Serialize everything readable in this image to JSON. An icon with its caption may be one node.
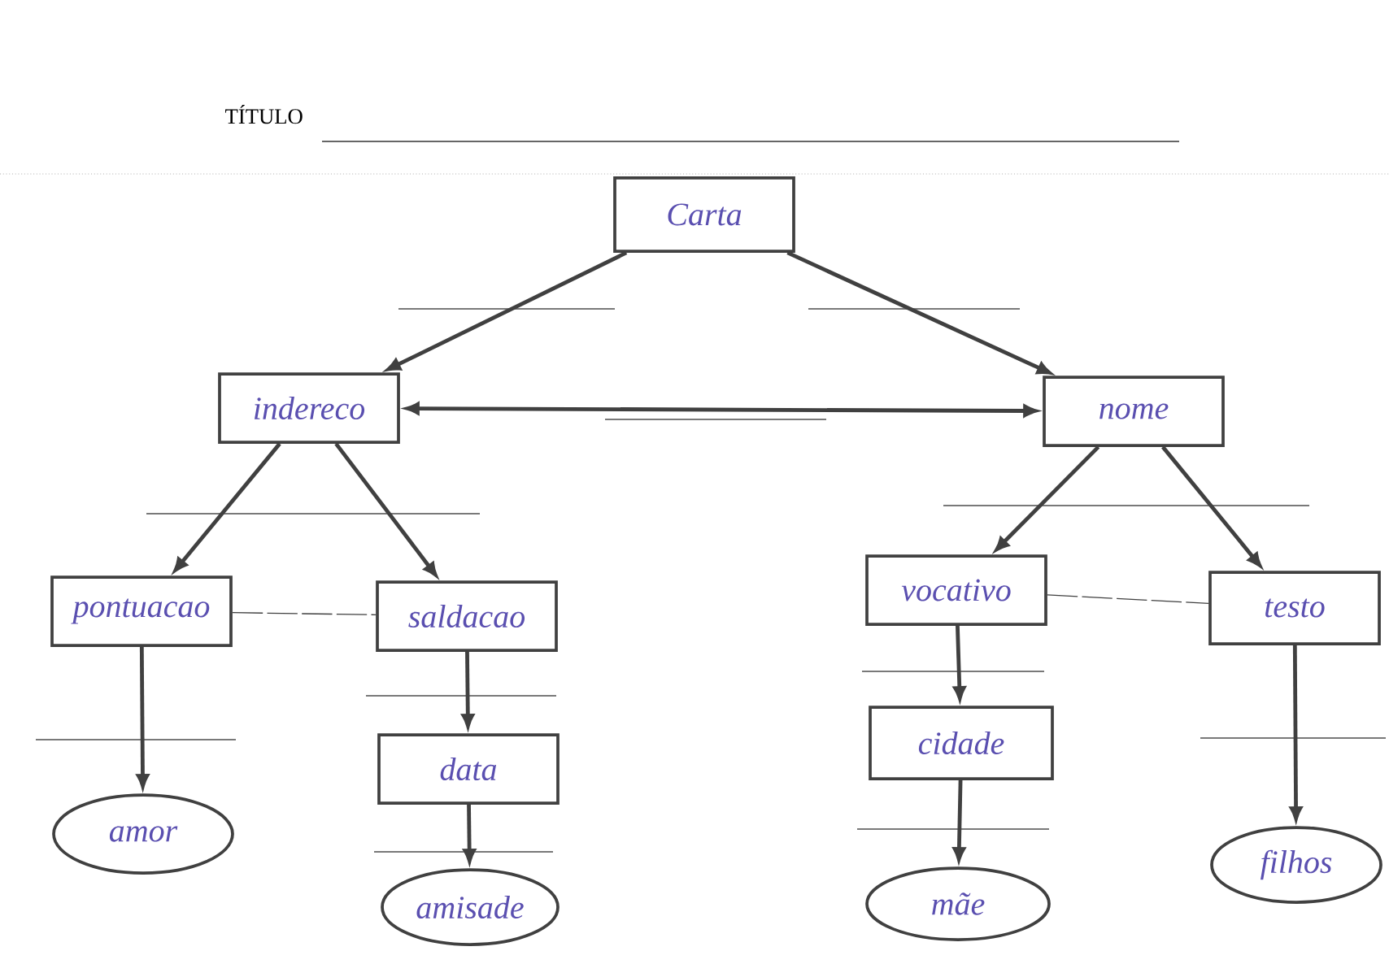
{
  "diagram": {
    "nodes": [
      {
        "text": [
          "Carta"
        ]
      },
      {
        "text": [
          "indereco"
        ]
      },
      {
        "text": [
          "nome"
        ]
      },
      {
        "text": [
          "pontuacao"
        ]
      },
      {
        "text": [
          "saldacao"
        ]
      },
      {
        "text": [
          "vocativo"
        ]
      },
      {
        "text": [
          "testo"
        ]
      },
      {
        "text": [
          "data"
        ]
      },
      {
        "text": [
          "cidade"
        ]
      },
      {
        "text": [
          "amor"
        ]
      },
      {
        "text": [
          "amisade"
        ]
      },
      {
        "text": [
          "mãe"
        ]
      },
      {
        "text": [
          "filhos"
        ]
      }
    ],
    "edges": [
      {
        "from": 0,
        "to": 1,
        "arrow": "to"
      },
      {
        "from": 0,
        "to": 2,
        "arrow": "to"
      },
      {
        "from": 1,
        "to": 2,
        "arrow": "both"
      },
      {
        "from": 1,
        "to": 3,
        "arrow": "to"
      },
      {
        "from": 1,
        "to": 4,
        "arrow": "to"
      },
      {
        "from": 3,
        "to": 4,
        "arrow": "none",
        "style": "dashed"
      },
      {
        "from": 3,
        "to": 9,
        "arrow": "to"
      },
      {
        "from": 4,
        "to": 7,
        "arrow": "to"
      },
      {
        "from": 7,
        "to": 10,
        "arrow": "to"
      },
      {
        "from": 2,
        "to": 5,
        "arrow": "to"
      },
      {
        "from": 2,
        "to": 6,
        "arrow": "to"
      },
      {
        "from": 5,
        "to": 6,
        "arrow": "none",
        "style": "dashed"
      },
      {
        "from": 5,
        "to": 8,
        "arrow": "to"
      },
      {
        "from": 8,
        "to": 11,
        "arrow": "to"
      },
      {
        "from": 6,
        "to": 12,
        "arrow": "to"
      }
    ],
    "labels": [
      "TÍTULO"
    ]
  }
}
